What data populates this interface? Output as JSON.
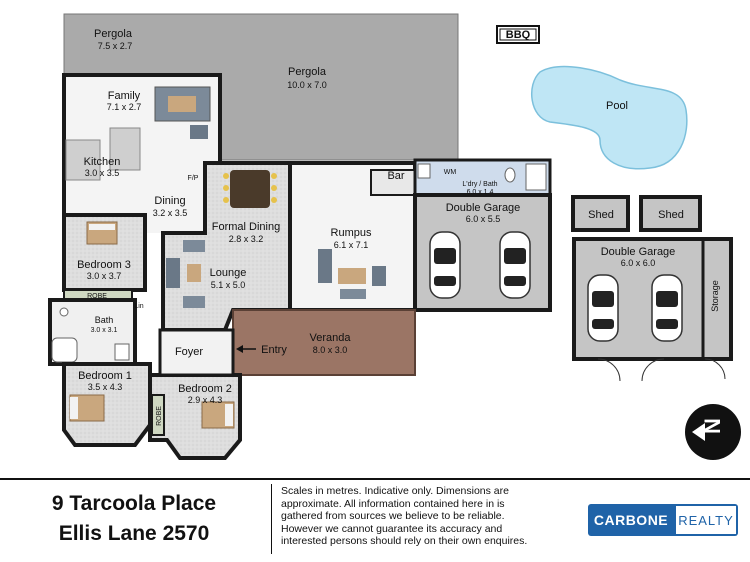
{
  "plan": {
    "rooms": {
      "pergola_left": {
        "name": "Pergola",
        "dims": "7.5 x 2.7"
      },
      "pergola_main": {
        "name": "Pergola",
        "dims": "10.0 x 7.0"
      },
      "bbq": {
        "name": "BBQ"
      },
      "pool": {
        "name": "Pool"
      },
      "family": {
        "name": "Family",
        "dims": "7.1 x 2.7"
      },
      "kitchen": {
        "name": "Kitchen",
        "dims": "3.0 x 3.5"
      },
      "fp": {
        "name": "F/P"
      },
      "dining": {
        "name": "Dining",
        "dims": "3.2 x 3.5"
      },
      "formal_dining": {
        "name": "Formal Dining",
        "dims": "2.8 x 3.2"
      },
      "lounge": {
        "name": "Lounge",
        "dims": "5.1 x 5.0"
      },
      "rumpus": {
        "name": "Rumpus",
        "dims": "6.1 x 7.1"
      },
      "bar": {
        "name": "Bar"
      },
      "wm": {
        "name": "WM"
      },
      "laundry": {
        "name": "L'dry / Bath",
        "dims": "6.0 x 1.4"
      },
      "garage1": {
        "name": "Double Garage",
        "dims": "6.0 x 5.5"
      },
      "shed1": {
        "name": "Shed"
      },
      "shed2": {
        "name": "Shed"
      },
      "garage2": {
        "name": "Double Garage",
        "dims": "6.0 x 6.0"
      },
      "storage": {
        "name": "Storage"
      },
      "bed3": {
        "name": "Bedroom 3",
        "dims": "3.0 x 3.7"
      },
      "robe_top": {
        "name": "ROBE"
      },
      "lin": {
        "name": "Lin"
      },
      "bath": {
        "name": "Bath",
        "dims": "3.0 x 3.1"
      },
      "veranda": {
        "name": "Veranda",
        "dims": "8.0 x 3.0"
      },
      "foyer": {
        "name": "Foyer"
      },
      "entry": {
        "name": "Entry"
      },
      "bed1": {
        "name": "Bedroom 1",
        "dims": "3.5 x 4.3"
      },
      "bed2": {
        "name": "Bedroom 2",
        "dims": "2.9 x 4.3"
      },
      "robe_side": {
        "name": "ROBE"
      }
    },
    "compass": {
      "letter": "N"
    },
    "colors": {
      "pergola": "#aaaaaa",
      "veranda": "#9b7565",
      "laundry": "#cfdcec",
      "pool": "#bfe6f5",
      "wall": "#1a1a1a",
      "floor_carpet": "#e0e0e0",
      "floor_tile": "#f3f3f3"
    }
  },
  "footer": {
    "address_line1": "9 Tarcoola Place",
    "address_line2": "Ellis Lane 2570",
    "disclaimer": "Scales in metres. Indicative only. Dimensions are approximate. All information contained here in is gathered from sources we believe to be reliable. However we cannot guarantee its accuracy and interested persons should rely on their own enquires.",
    "logo_part1": "CARBONE",
    "logo_part2": "REALTY"
  }
}
